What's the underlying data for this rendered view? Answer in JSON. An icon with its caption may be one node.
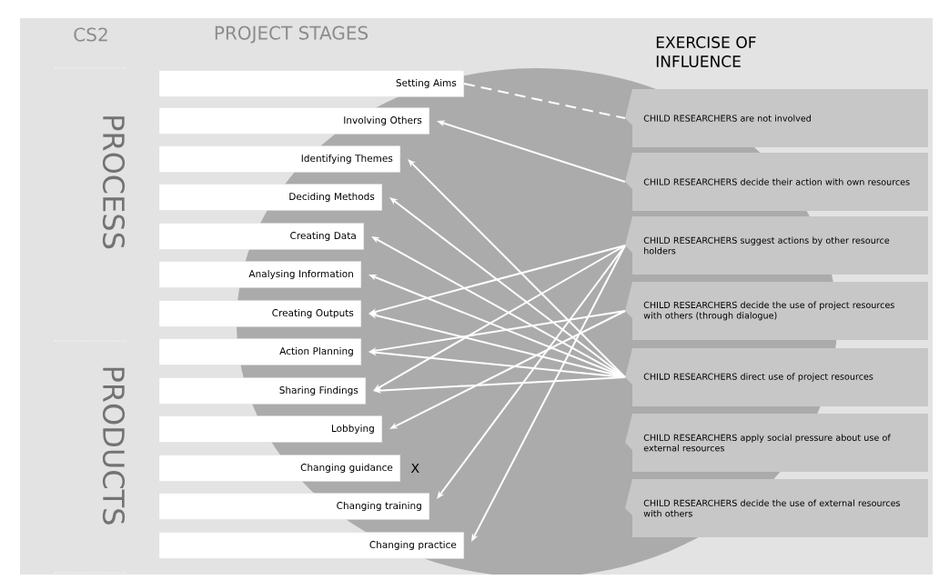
{
  "diagram": {
    "nodes": [
      {
        "text": [
          "Setting Aims"
        ]
      },
      {
        "text": [
          "Involving Others"
        ]
      },
      {
        "text": [
          "Identifying Themes"
        ]
      },
      {
        "text": [
          "Deciding Methods"
        ]
      },
      {
        "text": [
          "Creating Data"
        ]
      },
      {
        "text": [
          "Analysing Information"
        ]
      },
      {
        "text": [
          "Creating Outputs"
        ]
      },
      {
        "text": [
          "Action Planning"
        ]
      },
      {
        "text": [
          "Sharing Findings"
        ]
      },
      {
        "text": [
          "Lobbying"
        ]
      },
      {
        "text": [
          "Changing guidance"
        ],
        "beside": [
          "X"
        ]
      },
      {
        "text": [
          "Changing training"
        ]
      },
      {
        "text": [
          "Changing practice"
        ]
      },
      {
        "text": [
          "CHILD RESEARCHERS are not involved"
        ]
      },
      {
        "text": [
          "CHILD RESEARCHERS decide their action with own resources"
        ]
      },
      {
        "text": [
          "CHILD RESEARCHERS suggest actions by other resource holders"
        ]
      },
      {
        "text": [
          "CHILD RESEARCHERS decide the use of project resources with others (through dialogue)"
        ]
      },
      {
        "text": [
          "CHILD RESEARCHERS direct use of project resources"
        ]
      },
      {
        "text": [
          "CHILD RESEARCHERS apply social pressure about use of external resources"
        ]
      },
      {
        "text": [
          "CHILD RESEARCHERS decide the use of external resources with others"
        ]
      }
    ],
    "edges": [
      {
        "from": 0,
        "to": 13,
        "arrow": "none",
        "style": "dashed"
      },
      {
        "from": 14,
        "to": 1,
        "arrow": "to"
      },
      {
        "from": 17,
        "to": 2,
        "arrow": "to"
      },
      {
        "from": 17,
        "to": 3,
        "arrow": "to"
      },
      {
        "from": 17,
        "to": 4,
        "arrow": "to"
      },
      {
        "from": 17,
        "to": 5,
        "arrow": "to"
      },
      {
        "from": 15,
        "to": 6,
        "arrow": "to"
      },
      {
        "from": 17,
        "to": 6,
        "arrow": "to"
      },
      {
        "from": 16,
        "to": 7,
        "arrow": "to"
      },
      {
        "from": 17,
        "to": 7,
        "arrow": "to"
      },
      {
        "from": 15,
        "to": 8,
        "arrow": "to"
      },
      {
        "from": 17,
        "to": 8,
        "arrow": "to"
      },
      {
        "from": 16,
        "to": 9,
        "arrow": "to"
      },
      {
        "from": 15,
        "to": 11,
        "arrow": "to"
      },
      {
        "from": 15,
        "to": 12,
        "arrow": "to"
      }
    ],
    "labels": [
      "CS2",
      "PROJECT STAGES",
      "EXERCISE OF INFLUENCE",
      "PROCESS",
      "PRODUCTS"
    ]
  }
}
